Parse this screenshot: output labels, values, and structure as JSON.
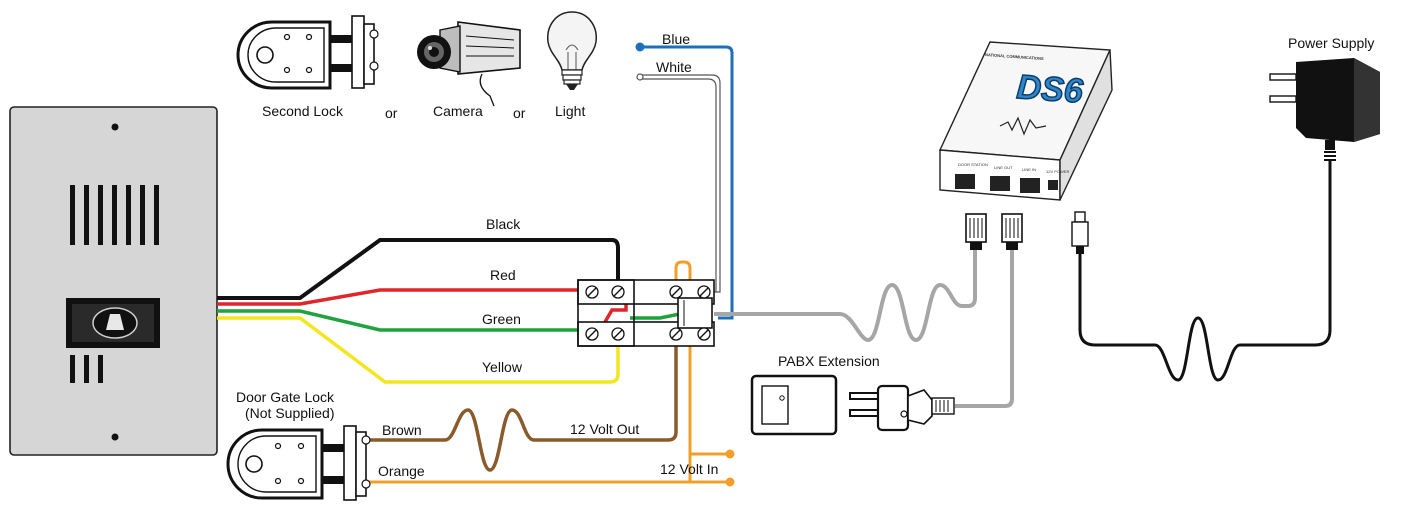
{
  "labels": {
    "second_lock": "Second Lock",
    "or_1": "or",
    "camera": "Camera",
    "or_2": "or",
    "light": "Light",
    "blue": "Blue",
    "white": "White",
    "black": "Black",
    "red": "Red",
    "green": "Green",
    "yellow": "Yellow",
    "door_gate_lock": "Door Gate Lock",
    "not_supplied": "(Not Supplied)",
    "brown": "Brown",
    "orange": "Orange",
    "twelve_volt_out": "12 Volt Out",
    "twelve_volt_in": "12 Volt In",
    "pabx_extension": "PABX Extension",
    "power_supply": "Power Supply"
  },
  "ds6": {
    "brand": "NATIONAL COMMUNICATIONS",
    "model": "DS6",
    "port_labels": [
      "DOOR STATION",
      "LINE OUT",
      "LINE IN",
      "12V POWER"
    ]
  },
  "colors": {
    "black": "#111111",
    "red": "#e0262a",
    "green": "#1fa33d",
    "yellow": "#f3e51f",
    "blue": "#1c6fb8",
    "white_wire": "#555555",
    "brown": "#8a5a2b",
    "orange": "#f0a02a",
    "gray_cable": "#a6a6a6",
    "panel": "#d6d6d6",
    "ds6_blue": "#2f86c8"
  }
}
